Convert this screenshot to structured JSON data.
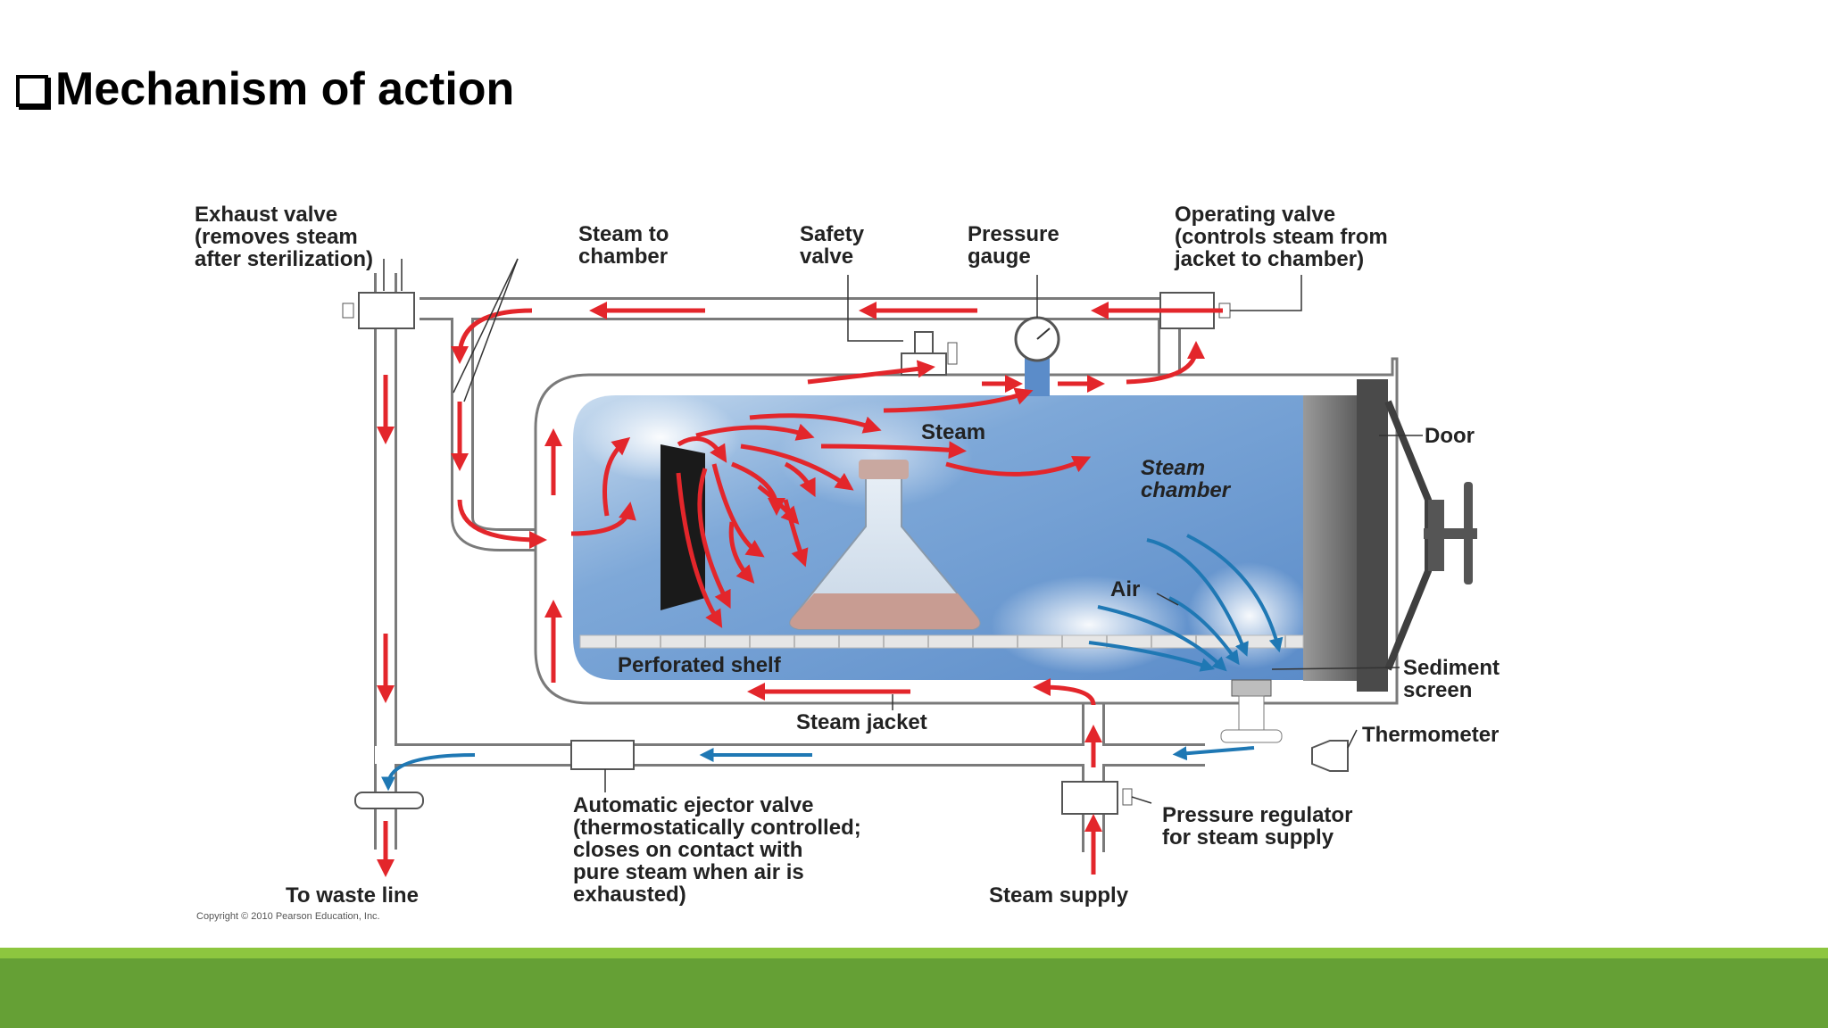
{
  "slide": {
    "title": "Mechanism of action"
  },
  "labels": {
    "exhaust_valve": [
      "Exhaust valve",
      "(removes steam",
      "after sterilization)"
    ],
    "steam_to_chamber": [
      "Steam to",
      "chamber"
    ],
    "safety_valve": [
      "Safety",
      "valve"
    ],
    "pressure_gauge": [
      "Pressure",
      "gauge"
    ],
    "operating_valve": [
      "Operating valve",
      "(controls steam from",
      "jacket to chamber)"
    ],
    "steam": "Steam",
    "steam_chamber": [
      "Steam",
      "chamber"
    ],
    "door": "Door",
    "air": "Air",
    "perforated_shelf": "Perforated shelf",
    "sediment_screen": [
      "Sediment",
      "screen"
    ],
    "steam_jacket": "Steam jacket",
    "thermometer": "Thermometer",
    "automatic_ejector_valve": [
      "Automatic ejector valve",
      "(thermostatically controlled;",
      "closes on contact with",
      "pure steam when air is",
      "exhausted)"
    ],
    "pressure_regulator": [
      "Pressure regulator",
      "for steam supply"
    ],
    "to_waste_line": "To waste line",
    "steam_supply": "Steam supply",
    "copyright": "Copyright © 2010 Pearson Education, Inc."
  },
  "colors": {
    "steam_arrow": "#e3262b",
    "air_arrow": "#1f78b4",
    "chamber_fill": "#6f9fd6",
    "pipe": "#ffffff",
    "pipe_outline": "#7a7a7a",
    "footer_light": "#8dc63f",
    "footer_dark": "#65a035"
  }
}
